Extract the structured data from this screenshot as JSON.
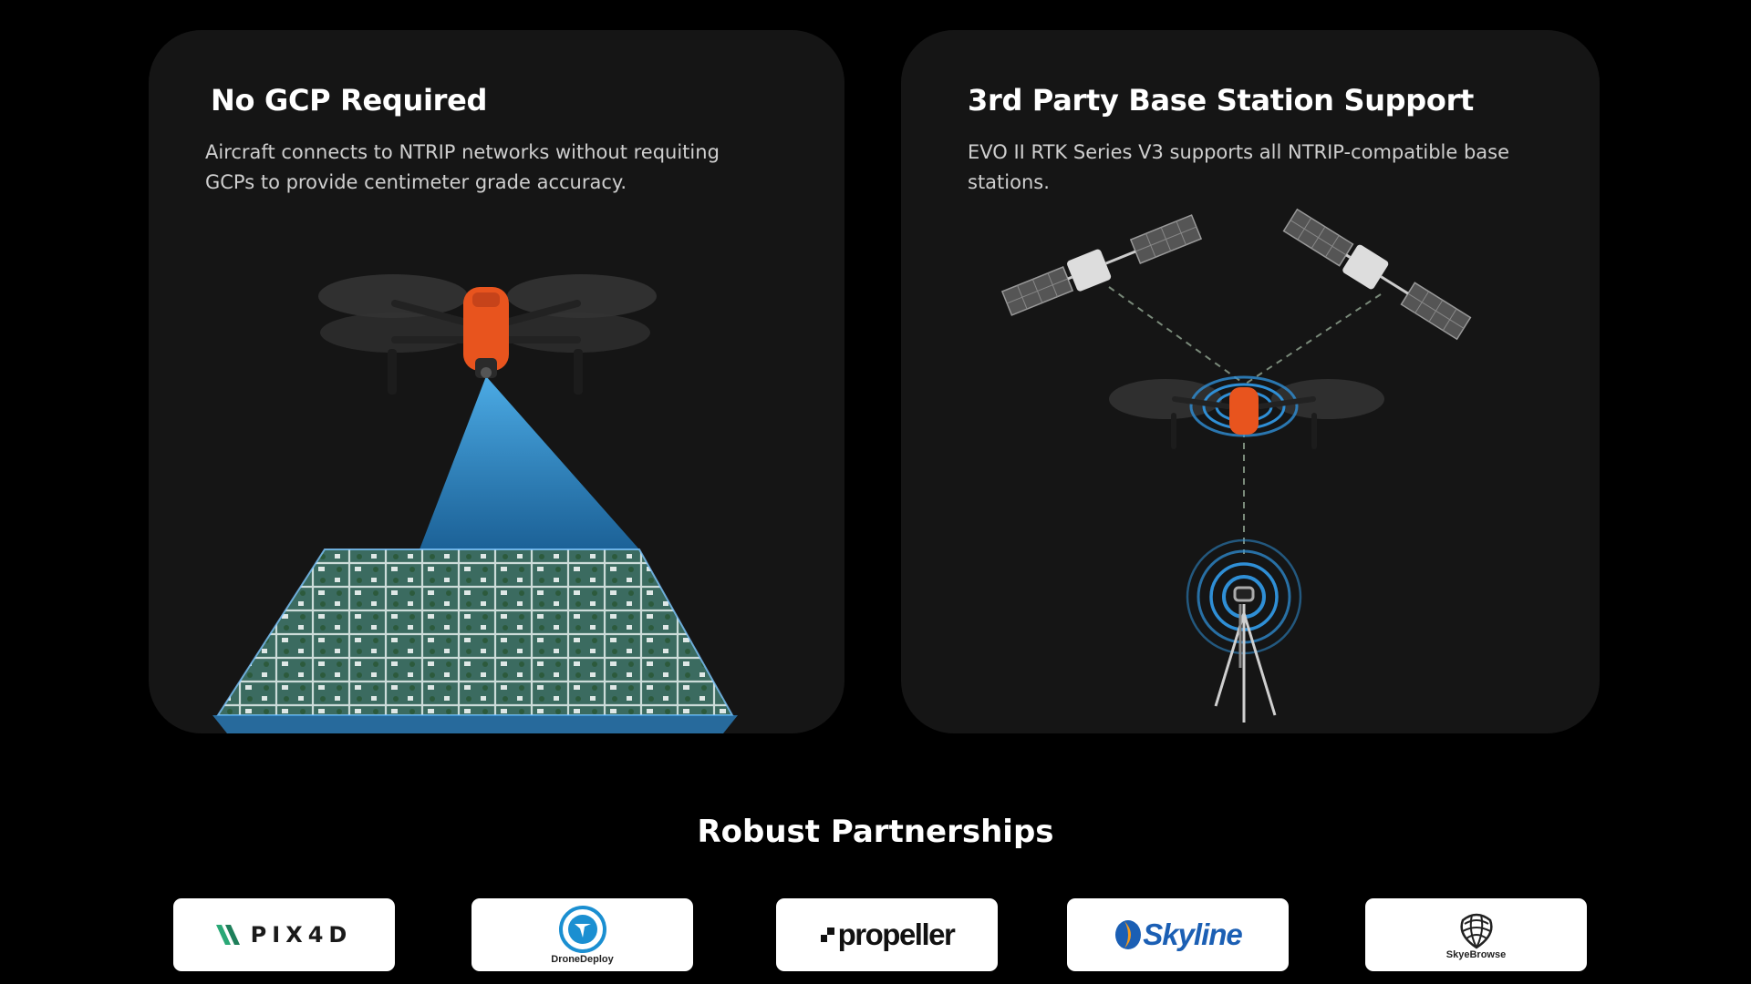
{
  "cards": [
    {
      "title": "No GCP Required",
      "description": "Aircraft connects to NTRIP networks without requiting GCPs to provide centimeter grade accuracy."
    },
    {
      "title": "3rd Party Base Station Support",
      "description": "EVO II RTK Series V3 supports all NTRIP-compatible base stations."
    }
  ],
  "partnerships": {
    "title": "Robust Partnerships",
    "logos": [
      {
        "name": "PIX4D",
        "text": "PIX4D"
      },
      {
        "name": "DroneDeploy",
        "text": "DroneDeploy"
      },
      {
        "name": "propeller",
        "text": "propeller"
      },
      {
        "name": "Skyline",
        "text": "Skyline"
      },
      {
        "name": "SkyeBrowse",
        "text": "SkyeBrowse"
      }
    ]
  },
  "colors": {
    "background": "#000000",
    "card": "#151515",
    "drone_orange": "#e8541e",
    "beam_blue": "#2f8fd6",
    "pix4d_green": "#2aa876",
    "dronedeploy_blue": "#1b8fd1",
    "skyline_blue": "#1b5fb4",
    "skyline_orange": "#f39a1c"
  }
}
